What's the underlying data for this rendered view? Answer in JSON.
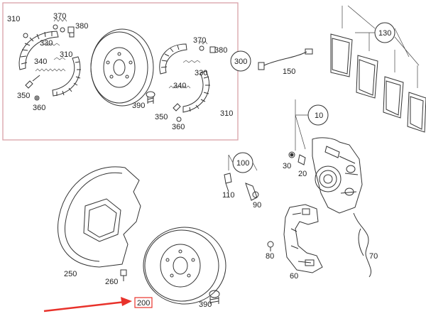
{
  "labels": {
    "l310a": "310",
    "l370a": "370",
    "l380a": "380",
    "l330a": "330",
    "l310b": "310",
    "l340a": "340",
    "l350a": "350",
    "l360a": "360",
    "l370b": "370",
    "l380b": "380",
    "l330b": "330",
    "l340b": "340",
    "l350b": "350",
    "l360b": "360",
    "l310c": "310",
    "l390a": "390",
    "l300": "300",
    "l150": "150",
    "l130": "130",
    "l10": "10",
    "l30": "30",
    "l20": "20",
    "l100": "100",
    "l110": "110",
    "l90": "90",
    "l80": "80",
    "l60": "60",
    "l70": "70",
    "l250": "250",
    "l260": "260",
    "l200": "200",
    "l390b": "390"
  },
  "colors": {
    "frame": "#d9a0a8",
    "arrow": "#e8322b",
    "highlight_box": "#e8322b",
    "line": "#333333"
  }
}
